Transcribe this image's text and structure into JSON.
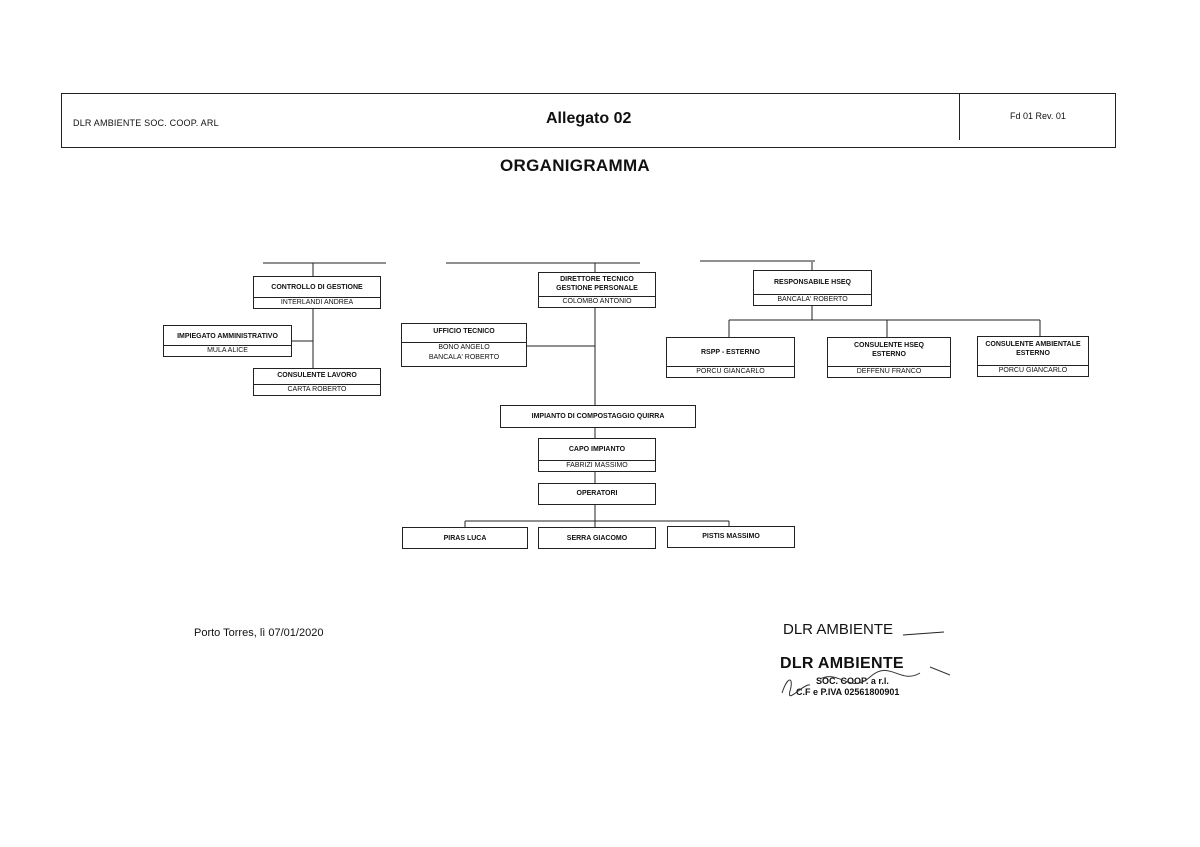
{
  "header": {
    "company": "DLR AMBIENTE SOC. COOP. ARL",
    "title": "Allegato 02",
    "revision": "Fd 01 Rev. 01"
  },
  "page_title": "ORGANIGRAMMA",
  "org": {
    "controllo": {
      "title": "CONTROLLO DI GESTIONE",
      "name": "INTERLANDI ANDREA"
    },
    "impiegato": {
      "title": "IMPIEGATO AMMINISTRATIVO",
      "name": "MULA ALICE"
    },
    "consulente_lavoro": {
      "title": "CONSULENTE LAVORO",
      "name": "CARTA ROBERTO"
    },
    "direttore": {
      "title_line1": "DIRETTORE TECNICO",
      "title_line2": "GESTIONE PERSONALE",
      "name": "COLOMBO ANTONIO"
    },
    "ufficio_tecnico": {
      "title": "UFFICIO TECNICO",
      "name1": "BONO ANGELO",
      "name2": "BANCALA' ROBERTO"
    },
    "responsabile_hseq": {
      "title": "RESPONSABILE HSEQ",
      "name": "BANCALA' ROBERTO"
    },
    "rspp": {
      "title": "RSPP - ESTERNO",
      "name": "PORCU GIANCARLO"
    },
    "consulente_hseq": {
      "title_line1": "CONSULENTE HSEQ",
      "title_line2": "ESTERNO",
      "name": "DEFFENU FRANCO"
    },
    "consulente_ambientale": {
      "title_line1": "CONSULENTE AMBIENTALE",
      "title_line2": "ESTERNO",
      "name": "PORCU GIANCARLO"
    },
    "impianto": {
      "title": "IMPIANTO DI COMPOSTAGGIO QUIRRA"
    },
    "capo_impianto": {
      "title": "CAPO IMPIANTO",
      "name": "FABRIZI MASSIMO"
    },
    "operatori": {
      "title": "OPERATORI"
    },
    "op1": {
      "name": "PIRAS LUCA"
    },
    "op2": {
      "name": "SERRA GIACOMO"
    },
    "op3": {
      "name": "PISTIS MASSIMO"
    }
  },
  "footer": {
    "place_date": "Porto Torres, lì 07/01/2020",
    "company_sign": "DLR AMBIENTE",
    "stamp_name": "DLR AMBIENTE",
    "stamp_type": "SOC. COOP. a r.l.",
    "stamp_vat": "C.F e P.IVA 02561800901"
  }
}
